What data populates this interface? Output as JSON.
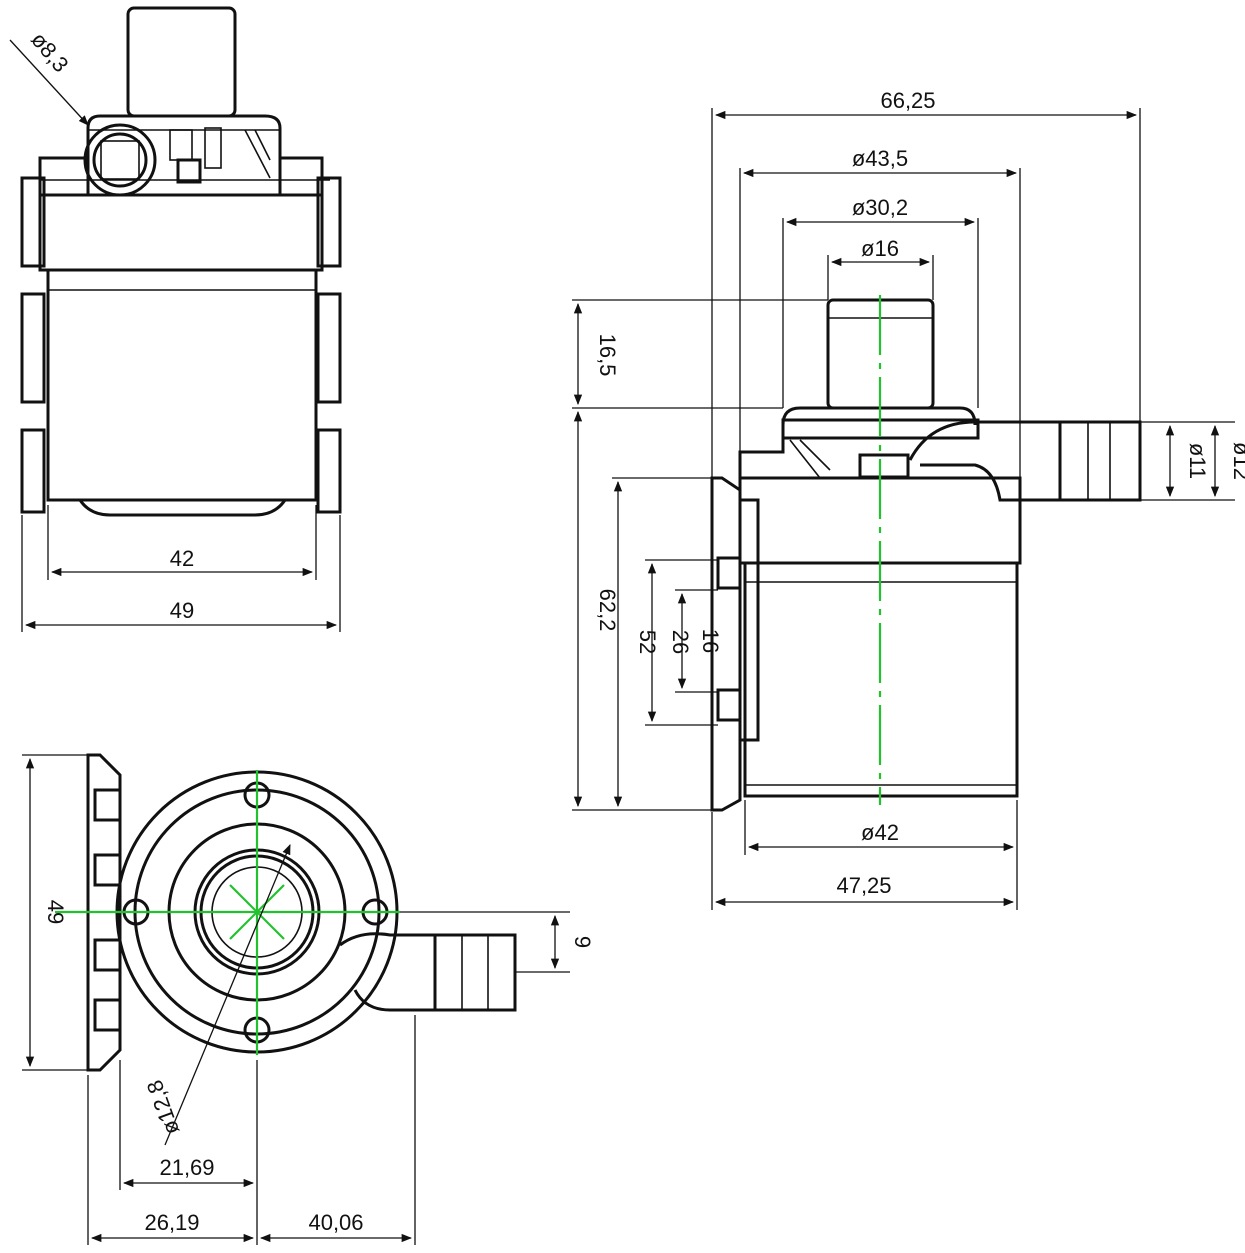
{
  "drawing": {
    "front_view": {
      "inlet_diameter": "ø8,3",
      "body_width": "42",
      "overall_width": "49"
    },
    "side_view": {
      "overall_width": "66,25",
      "flange_diameter": "ø43,5",
      "top_diameter": "ø30,2",
      "outlet_diameter": "ø16",
      "outlet_height": "16,5",
      "body_height": "62,2",
      "mount_height": "52",
      "hole_spacing": "26",
      "hole_inner": "16",
      "hose_inner": "ø11",
      "hose_outer": "ø12",
      "body_diameter": "ø42",
      "base_width": "47,25"
    },
    "bottom_view": {
      "height": "49",
      "offset": "9",
      "bolt_circle": "ø12,8",
      "center_offset": "21,69",
      "left_span": "26,19",
      "right_span": "40,06"
    },
    "colors": {
      "line": "#111111",
      "centerline": "#22c22e",
      "background": "#ffffff"
    }
  }
}
